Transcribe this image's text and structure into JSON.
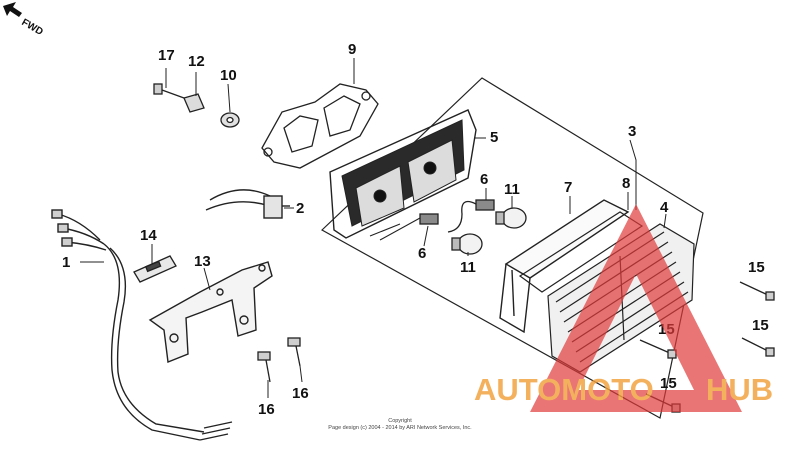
{
  "direction_indicator": {
    "label": "FWD"
  },
  "callouts": {
    "c1": "1",
    "c2": "2",
    "c3": "3",
    "c4": "4",
    "c5": "5",
    "c6a": "6",
    "c6b": "6",
    "c7": "7",
    "c8": "8",
    "c9": "9",
    "c10": "10",
    "c11a": "11",
    "c11b": "11",
    "c12": "12",
    "c13": "13",
    "c14": "14",
    "c15a": "15",
    "c15b": "15",
    "c15c": "15",
    "c15d": "15",
    "c16a": "16",
    "c16b": "16",
    "c17": "17"
  },
  "copyright": {
    "line1": "Copyright",
    "line2": "Page design (c) 2004 - 2014 by ARI Network Services, Inc."
  },
  "watermark": {
    "part1": "AUTOMOTO",
    "part2": "HUB",
    "color_primary": "#f2a03a",
    "color_secondary": "#e03a3a"
  }
}
